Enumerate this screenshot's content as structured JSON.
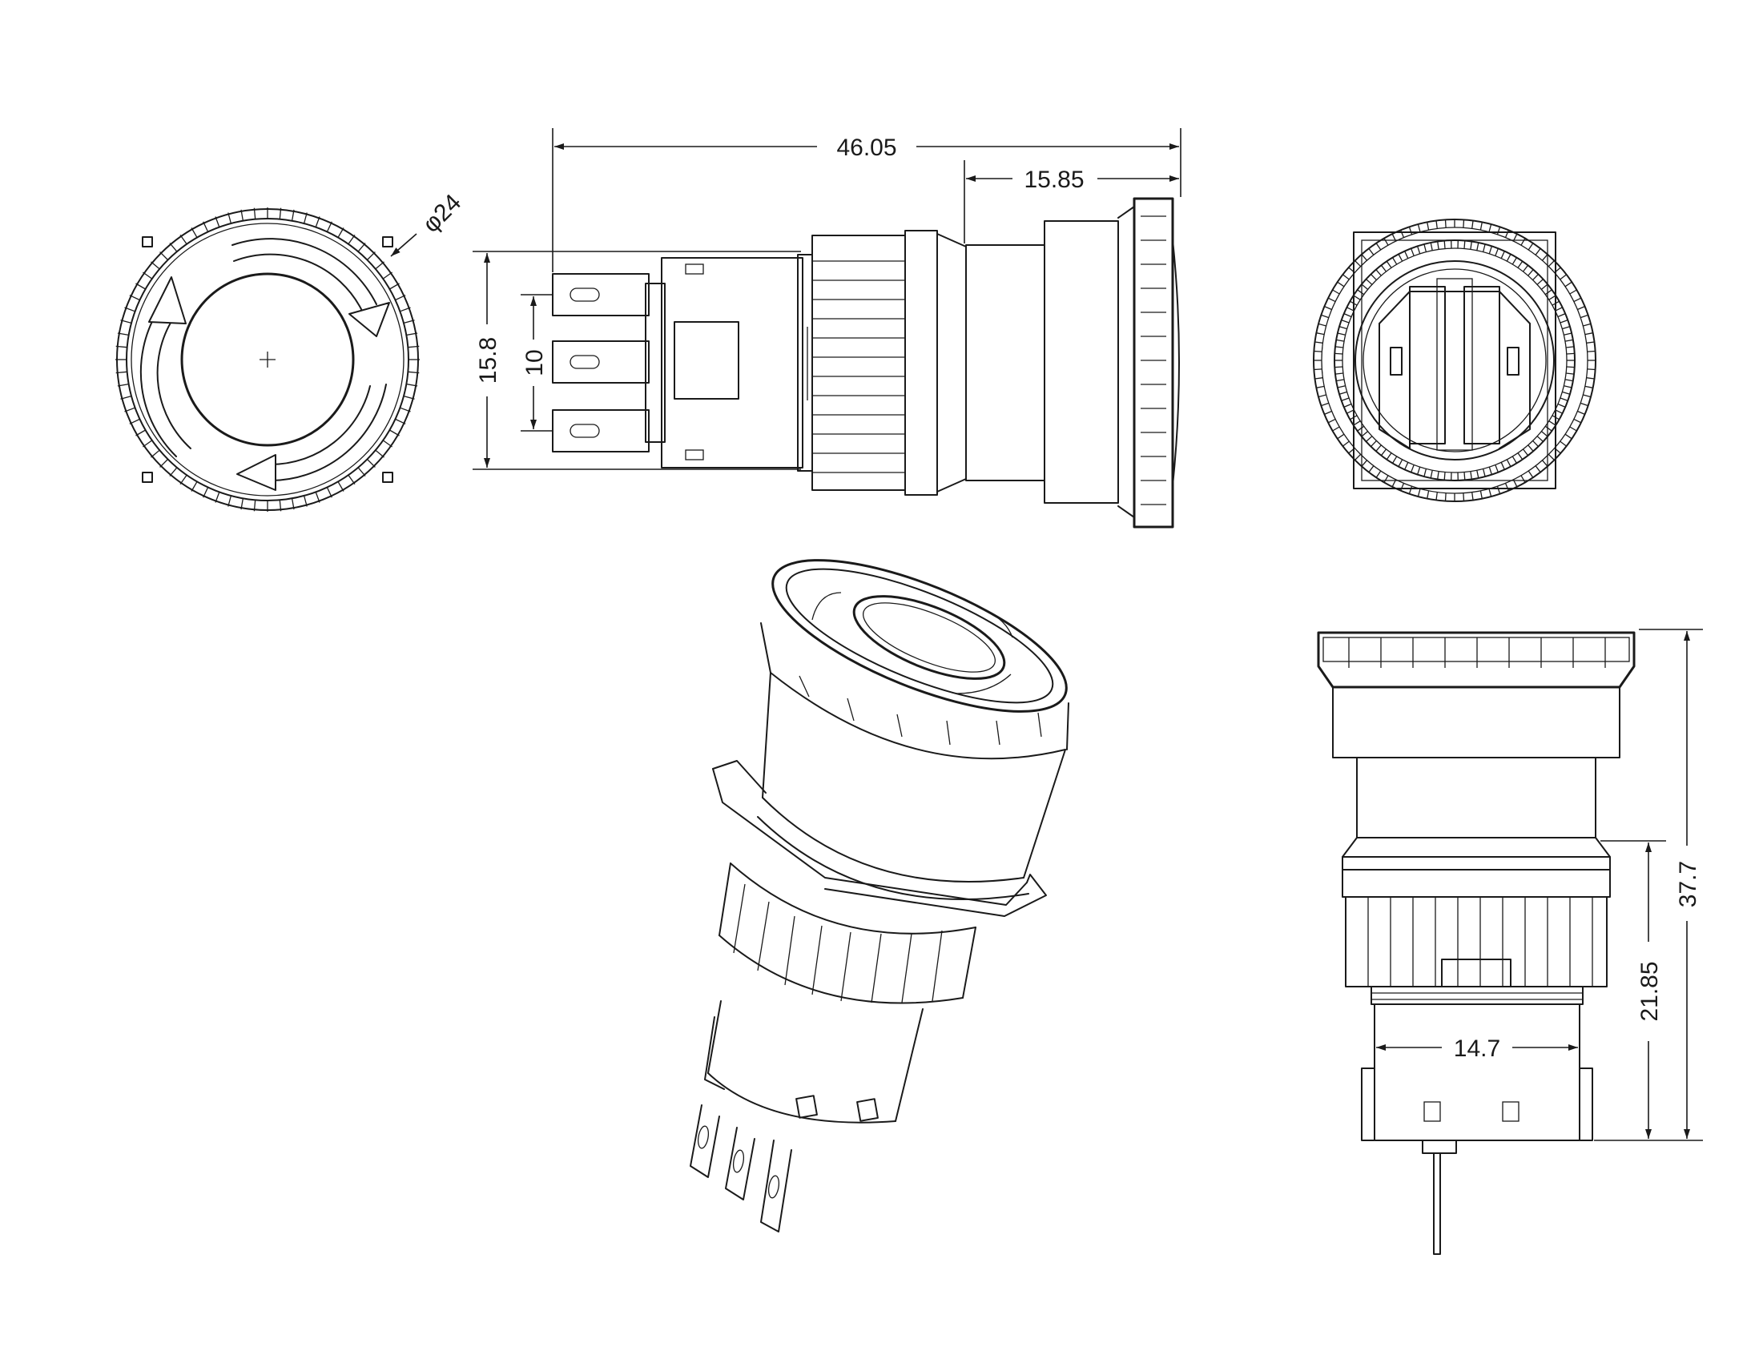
{
  "dimensions": {
    "overall_length": "46.05",
    "cap_length": "15.85",
    "cap_diameter": "φ24",
    "height": "15.8",
    "terminal_pitch": "10",
    "body_width": "14.7",
    "panel_depth": "21.85",
    "total_height": "37.7"
  }
}
